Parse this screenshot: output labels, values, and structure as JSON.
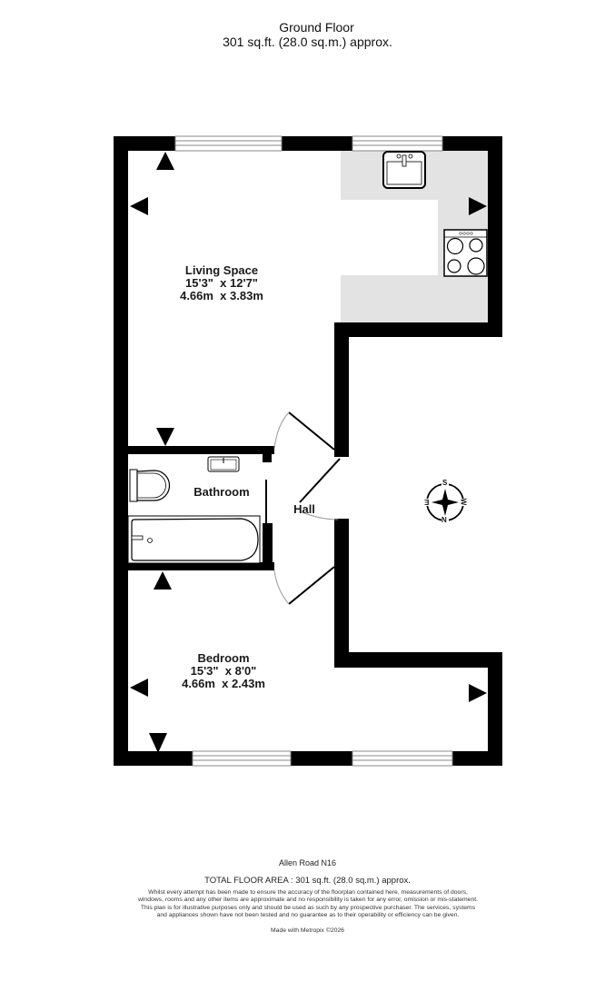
{
  "header": {
    "floor_name": "Ground Floor",
    "floor_area": "301 sq.ft. (28.0 sq.m.) approx."
  },
  "rooms": [
    {
      "name": "Living Space",
      "imperial": "15'3\"  x 12'7\"",
      "metric": "4.66m  x 3.83m"
    },
    {
      "name": "Bathroom"
    },
    {
      "name": "Hall"
    },
    {
      "name": "Bedroom",
      "imperial": "15'3\"  x 8'0\"",
      "metric": "4.66m  x 2.43m"
    }
  ],
  "compass": {
    "top": "S",
    "bottom": "N",
    "left": "E",
    "right": "W"
  },
  "footer": {
    "address": "Allen Road N16",
    "total_area": "TOTAL FLOOR AREA : 301 sq.ft. (28.0 sq.m.) approx.",
    "disclaimer": "Whilst every attempt has been made to ensure the accuracy of the floorplan contained here, measurements of doors, windows, rooms and any other items are approximate and no responsibility is taken for any error, omission or mis-statement. This plan is for illustrative purposes only and should be used as such by any prospective purchaser. The services, systems and appliances shown have not been tested and no guarantee as to their operability or efficiency can be given.",
    "made_with": "Made with Metropix ©2026"
  },
  "colors": {
    "wall": "#000000",
    "kitchen_floor": "#e3e3e3",
    "window_line": "#888888",
    "background": "#ffffff"
  }
}
